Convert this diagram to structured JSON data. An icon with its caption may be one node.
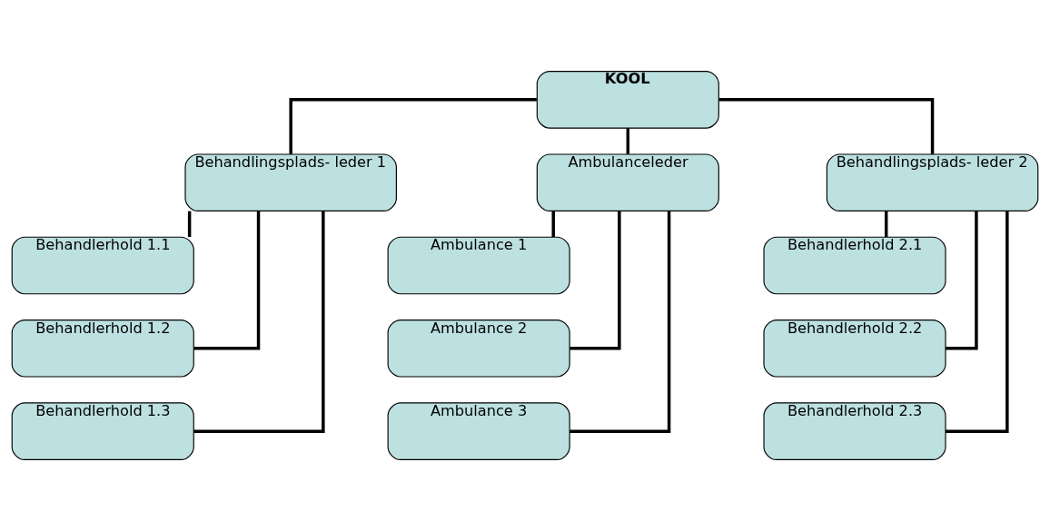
{
  "diagram": {
    "nodes": [
      {
        "text": [
          "KOOL"
        ]
      },
      {
        "text": [
          "Behandlingsplads- leder 1"
        ]
      },
      {
        "text": [
          "Ambulanceleder"
        ]
      },
      {
        "text": [
          "Behandlingsplads- leder 2"
        ]
      },
      {
        "text": [
          "Behandlerhold 1.1"
        ]
      },
      {
        "text": [
          "Behandlerhold 1.2"
        ]
      },
      {
        "text": [
          "Behandlerhold 1.3"
        ]
      },
      {
        "text": [
          "Ambulance 1"
        ]
      },
      {
        "text": [
          "Ambulance 2"
        ]
      },
      {
        "text": [
          "Ambulance 3"
        ]
      },
      {
        "text": [
          "Behandlerhold 2.1"
        ]
      },
      {
        "text": [
          "Behandlerhold 2.2"
        ]
      },
      {
        "text": [
          "Behandlerhold 2.3"
        ]
      }
    ],
    "edges": [
      {
        "from": 0,
        "to": 1,
        "arrow": "none"
      },
      {
        "from": 0,
        "to": 2,
        "arrow": "none"
      },
      {
        "from": 0,
        "to": 3,
        "arrow": "none"
      },
      {
        "from": 1,
        "to": 4,
        "arrow": "none"
      },
      {
        "from": 1,
        "to": 5,
        "arrow": "none"
      },
      {
        "from": 1,
        "to": 6,
        "arrow": "none"
      },
      {
        "from": 2,
        "to": 7,
        "arrow": "none"
      },
      {
        "from": 2,
        "to": 8,
        "arrow": "none"
      },
      {
        "from": 2,
        "to": 9,
        "arrow": "none"
      },
      {
        "from": 3,
        "to": 10,
        "arrow": "none"
      },
      {
        "from": 3,
        "to": 11,
        "arrow": "none"
      },
      {
        "from": 3,
        "to": 12,
        "arrow": "none"
      }
    ]
  }
}
